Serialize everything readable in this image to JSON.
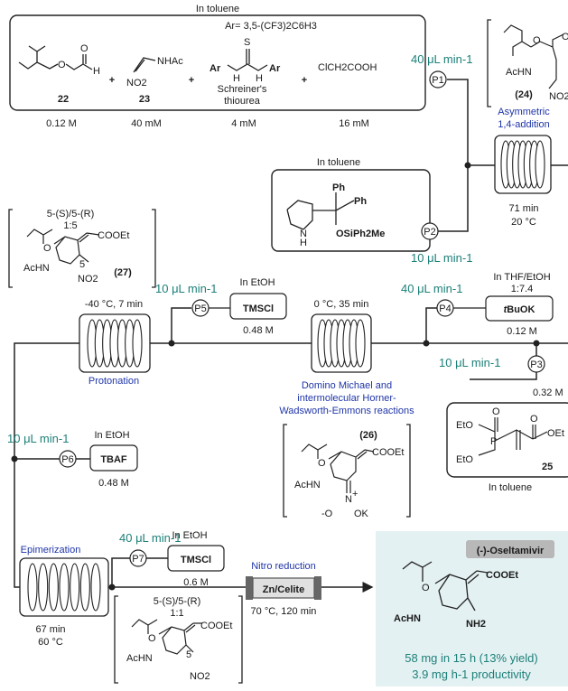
{
  "colors": {
    "flow_rate": "#1d8078",
    "step_label": "#1f35a8",
    "product_bg": "#e4f1f3",
    "product_title": "#1d8078",
    "line": "#222222",
    "reagent_box_bg": "#ffffff"
  },
  "top_box": {
    "title": "In toluene",
    "ar_def": "Ar= 3,5-(CF3)2C6H3",
    "compound_22": "22",
    "compound_23": "23",
    "thiourea_name_1": "Schreiner's",
    "thiourea_name_2": "thiourea",
    "chloroacetic": "ClCH2COOH",
    "plus": "+",
    "nhac": "NHAc",
    "no2": "NO2",
    "ar": "Ar",
    "h": "H",
    "s": "S",
    "o": "O",
    "conc_22": "0.12 M",
    "conc_23": "40 mM",
    "conc_thiourea": "4 mM",
    "conc_acid": "16 mM"
  },
  "pump_p1": {
    "label": "P1",
    "rate": "40 μL min-1"
  },
  "pump_p2": {
    "label": "P2",
    "rate": "10 μL min-1"
  },
  "catalyst_box": {
    "title": "In toluene",
    "ph1": "Ph",
    "ph2": "Ph",
    "osi": "OSiPh2Me",
    "nh": "N",
    "nh_h": "H"
  },
  "intermediate_24": {
    "label": "(24)",
    "ahn": "AcHN",
    "no2": "NO2",
    "o": "O"
  },
  "coil_1": {
    "label_1": "Asymmetric",
    "label_2": "1,4-addition",
    "time": "71 min",
    "temp": "20 °C"
  },
  "intermediate_27": {
    "ratio_label": "5-(S)/5-(R)",
    "ratio": "1:5",
    "label": "(27)",
    "coo": "COOEt",
    "ahn": "AcHN",
    "no2": "NO2",
    "o": "O",
    "pos": "5"
  },
  "coil_2": {
    "cond": "-40 °C, 7 min",
    "label": "Protonation"
  },
  "pump_p5": {
    "label": "P5",
    "rate": "10 μL min-1",
    "solvent": "In EtOH",
    "reagent": "TMSCl",
    "conc": "0.48 M"
  },
  "coil_3": {
    "cond": "0 °C, 35 min",
    "label_1": "Domino Michael and",
    "label_2": "intermolecular Horner-",
    "label_3": "Wadsworth-Emmons reactions"
  },
  "pump_p4": {
    "label": "P4",
    "rate": "40 μL min-1",
    "solvent_1": "In THF/EtOH",
    "solvent_2": "1:7.4",
    "reagent": "tBuOK",
    "reagent_t": "t",
    "reagent_rest": "BuOK",
    "conc": "0.12 M"
  },
  "pump_p3": {
    "label": "P3",
    "rate": "10 μL min-1",
    "conc": "0.32 M"
  },
  "compound_25": {
    "label": "25",
    "solvent": "In toluene",
    "eto1": "EtO",
    "eto2": "EtO",
    "p": "P",
    "o1": "O",
    "o2": "O",
    "oet": "OEt"
  },
  "intermediate_26": {
    "label": "(26)",
    "coo": "COOEt",
    "ahn": "AcHN",
    "n": "N",
    "ominus": "-O",
    "ok": "OK",
    "plus": "+",
    "o": "O"
  },
  "pump_p6": {
    "label": "P6",
    "rate": "10 μL min-1",
    "solvent": "In EtOH",
    "reagent": "TBAF",
    "conc": "0.48 M"
  },
  "coil_4": {
    "label": "Epimerization",
    "time": "67 min",
    "temp": "60 °C"
  },
  "pump_p7": {
    "label": "P7",
    "rate": "40 μL min-1",
    "solvent": "In EtOH",
    "reagent": "TMSCl",
    "conc": "0.6 M"
  },
  "intermediate_bottom": {
    "ratio_label": "5-(S)/5-(R)",
    "ratio": "1:1",
    "coo": "COOEt",
    "ahn": "AcHN",
    "no2": "NO2",
    "pos": "5",
    "o": "O"
  },
  "reactor": {
    "title": "Nitro reduction",
    "label": "Zn/Celite",
    "cond": "70 °C, 120 min"
  },
  "product": {
    "title": "(-)-Oseltamivir",
    "coo": "COOEt",
    "ahn": "AcHN",
    "nh2": "NH2",
    "o": "O",
    "yield": "58 mg in 15 h (13% yield)",
    "productivity": "3.9 mg h-1 productivity"
  }
}
